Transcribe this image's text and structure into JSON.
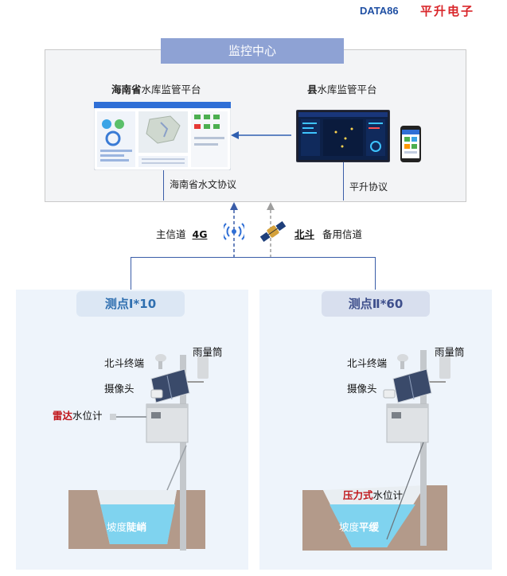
{
  "brand": {
    "latin": "DATA86",
    "chinese": "平升电子"
  },
  "center": {
    "title": "监控中心"
  },
  "platforms": {
    "province": {
      "title_bold": "海南省",
      "title_rest": "水库监管平台",
      "protocol": "海南省水文协议"
    },
    "county": {
      "title_bold": "县",
      "title_rest": "水库监管平台",
      "protocol": "平升协议"
    }
  },
  "channels": {
    "main_prefix": "主信道",
    "main_bold": "4G",
    "backup_bold": "北斗",
    "backup_suffix": "备用信道"
  },
  "sites": [
    {
      "tab": "测点Ⅰ*10",
      "beidou": "北斗终端",
      "rain": "雨量筒",
      "camera": "摄像头",
      "level_red": "雷达",
      "level_rest": "水位计",
      "slope_prefix": "坡度",
      "slope_bold": "陡峭"
    },
    {
      "tab": "测点Ⅱ*60",
      "beidou": "北斗终端",
      "rain": "雨量筒",
      "camera": "摄像头",
      "level_red": "压力式",
      "level_rest": "水位计",
      "slope_prefix": "坡度",
      "slope_bold": "平缓"
    }
  ],
  "colors": {
    "accent": "#8ea2d4",
    "line": "#3a5da8",
    "highlight": "#c0161b",
    "water": "#7fd3ef"
  }
}
